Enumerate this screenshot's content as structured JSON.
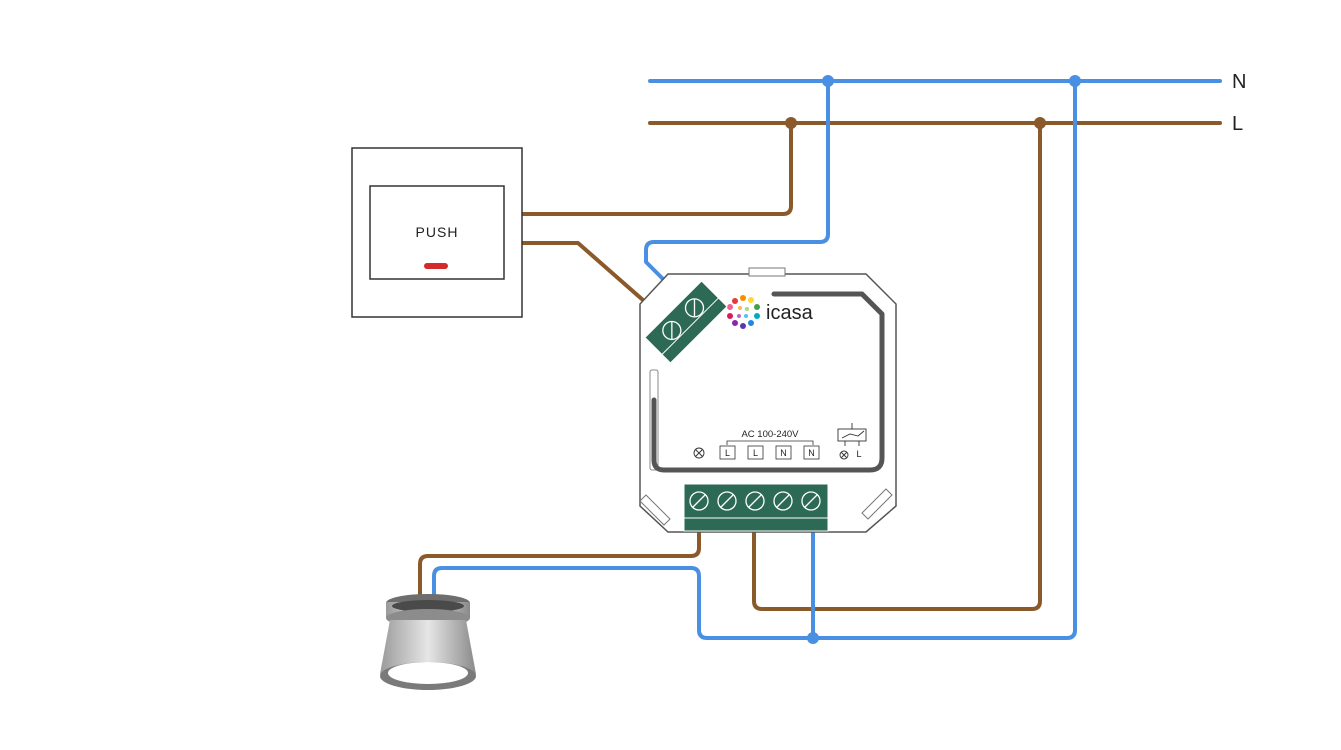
{
  "lines": {
    "neutral_label": "N",
    "live_label": "L"
  },
  "switch": {
    "label": "PUSH",
    "indicator_color": "#d42a2a"
  },
  "module": {
    "brand": "icasa",
    "voltage_label": "AC 100-240V",
    "terminals": [
      "L",
      "L",
      "N",
      "N"
    ],
    "relay_terminal": "L",
    "terminal_block_color": "#2d6a55"
  },
  "colors": {
    "neutral_wire": "#4a90e2",
    "live_wire": "#8b5a2b"
  },
  "icons": [
    "lamp-icon",
    "push-switch-icon",
    "relay-module-icon",
    "lamp-output-symbol-icon",
    "relay-symbol-icon",
    "icasa-logo-icon"
  ]
}
